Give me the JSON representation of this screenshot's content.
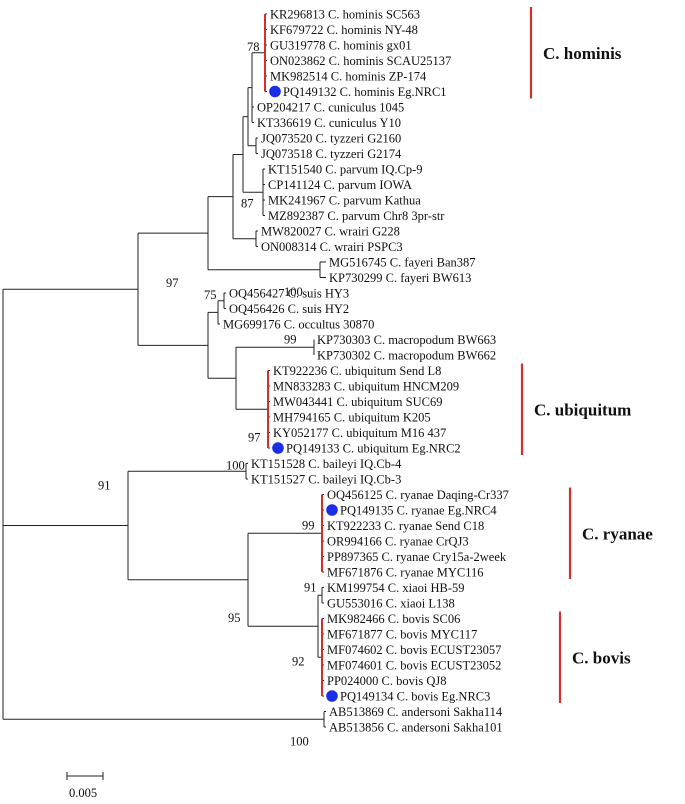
{
  "colors": {
    "branch": "#222222",
    "highlight": "#d32f2f",
    "marker": "#1a2ee8",
    "bar": "#d32f2f"
  },
  "leaves": [
    "KR296813 C. hominis SC563",
    "KF679722 C. hominis NY-48",
    "GU319778 C. hominis gx01",
    "ON023862 C. hominis SCAU25137",
    "MK982514 C. hominis ZP-174",
    "PQ149132 C. hominis Eg.NRC1",
    "OP204217 C. cuniculus 1045",
    "KT336619 C. cuniculus Y10",
    "JQ073520 C. tyzzeri G2160",
    "JQ073518 C. tyzzeri G2174",
    "KT151540 C. parvum IQ.Cp-9",
    "CP141124 C. parvum IOWA",
    "MK241967 C. parvum Kathua",
    "MZ892387 C. parvum Chr8 3pr-str",
    "MW820027 C. wrairi G228",
    "ON008314 C. wrairi PSPC3",
    "MG516745 C. fayeri Ban387",
    "KP730299 C. fayeri BW613",
    "OQ456427 C. suis HY3",
    "OQ456426 C. suis HY2",
    "MG699176 C. occultus 30870",
    "KP730303 C. macropodum BW663",
    "KP730302 C. macropodum BW662",
    "KT922236 C. ubiquitum Send L8",
    "MN833283 C. ubiquitum HNCM209",
    "MW043441 C. ubiquitum SUC69",
    "MH794165 C. ubiquitum K205",
    "KY052177 C. ubiquitum M16 437",
    "PQ149133 C. ubiquitum Eg.NRC2",
    "KT151528 C. baileyi IQ.Cb-4",
    "KT151527 C. baileyi IQ.Cb-3",
    "OQ456125 C. ryanae Daqing-Cr337",
    "PQ149135 C. ryanae Eg.NRC4",
    "KT922233 C. ryanae Send C18",
    "OR994166 C. ryanae CrQJ3",
    "PP897365 C. ryanae Cry15a-2week",
    "MF671876 C. ryanae MYC116",
    "KM199754 C. xiaoi HB-59",
    "GU553016 C. xiaoi L138",
    "MK982466 C. bovis SC06",
    "MF671877 C. bovis MYC117",
    "MF074602 C. bovis ECUST23057",
    "MF074601 C. bovis ECUST23052",
    "PP024000 C. bovis QJ8",
    "PQ149134 C. bovis Eg.NRC3",
    "AB513869 C. andersoni Sakha114",
    "AB513856 C. andersoni Sakha101"
  ],
  "marked_leaves": [
    "PQ149132 C. hominis Eg.NRC1",
    "PQ149133 C. ubiquitum Eg.NRC2",
    "PQ149135 C. ryanae Eg.NRC4",
    "PQ149134 C. bovis Eg.NRC3"
  ],
  "bootstrap": [
    "78",
    "87",
    "100",
    "97",
    "75",
    "99",
    "97",
    "100",
    "91",
    "99",
    "95",
    "91",
    "92",
    "100"
  ],
  "clades": [
    "C. hominis",
    "C. ubiquitum",
    "C. ryanae",
    "C. bovis"
  ],
  "scale_label": "0.005"
}
